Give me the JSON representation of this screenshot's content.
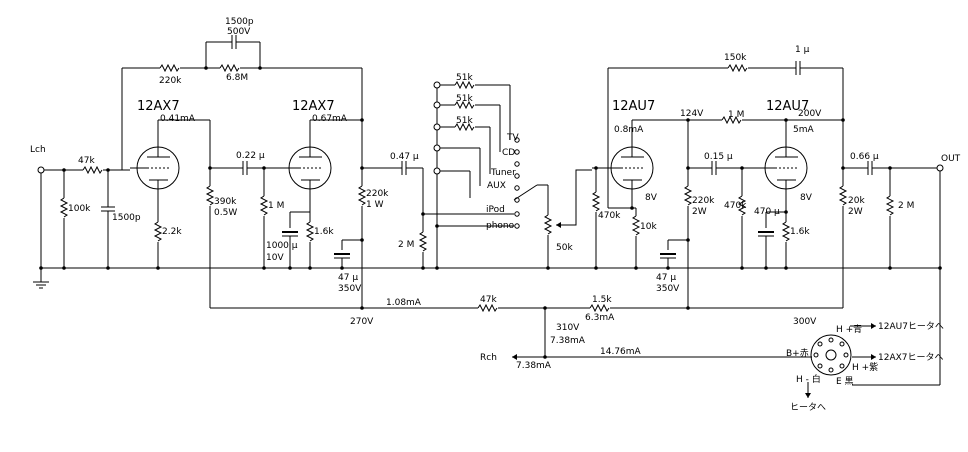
{
  "tubes": {
    "v1": "12AX7",
    "v2": "12AX7",
    "v3": "12AU7",
    "v4": "12AU7"
  },
  "currents": {
    "v1": "0.41mA",
    "v2": "0.67mA",
    "v3": "0.8mA",
    "v4": "5mA",
    "bus1": "1.08mA",
    "bus2": "6.3mA",
    "rch1": "7.38mA",
    "rch2": "7.38mA",
    "heater": "14.76mA"
  },
  "voltages": {
    "v3_plate": "124V",
    "v4_plate": "200V",
    "v3_cathode": "8V",
    "v4_cathode": "8V",
    "b270": "270V",
    "b310": "310V",
    "b300": "300V"
  },
  "io": {
    "input": "Lch",
    "output": "OUT",
    "rch": "Rch"
  },
  "selector": [
    "TV",
    "CD",
    "Tuner",
    "AUX",
    "iPod",
    "phono"
  ],
  "components": {
    "r_in": "47k",
    "r_grid": "100k",
    "c_in": "1500p",
    "c_fb_a": "1500p",
    "c_fb_b": "500V",
    "r_fb1": "220k",
    "r_fb2": "6.8M",
    "r_k1": "2.2k",
    "r_l1a": "390k",
    "r_l1b": "0.5W",
    "c_cpl1": "0.22 μ",
    "r_g2": "1 M",
    "c_k2a": "1000 μ",
    "c_k2b": "10V",
    "r_k2": "1.6k",
    "r_l2a": "220k",
    "r_l2b": "1 W",
    "c_cpl2": "0.47 μ",
    "c_dec1a": "47 μ",
    "c_dec1b": "350V",
    "r_out": "2 M",
    "sel_r1": "51k",
    "sel_r2": "51k",
    "sel_r3": "51k",
    "vol": "50k",
    "r_fb3": "150k",
    "c_fb3": "1 μ",
    "r_link": "1 M",
    "r_g3": "470k",
    "r_k3": "10k",
    "c_dec2a": "47 μ",
    "c_dec2b": "350V",
    "r_l3a": "220k",
    "r_l3b": "2W",
    "c_cpl3": "0.15 μ",
    "r_g4": "470k",
    "c_k4": "470 μ",
    "r_k4": "1.6k",
    "r_l4a": "20k",
    "r_l4b": "2W",
    "c_out": "0.66 μ",
    "r_out2": "2 M",
    "r_bus1": "47k",
    "r_bus2": "1.5k"
  },
  "heater": {
    "h_blue": "H +青",
    "h_purple": "H +紫",
    "b_red": "B+赤",
    "h_white": "H - 白",
    "e_black": "E  黒",
    "to_12au7": "12AU7ヒータへ",
    "to_12ax7": "12AX7ヒータへ",
    "to_heater": "ヒータへ"
  }
}
